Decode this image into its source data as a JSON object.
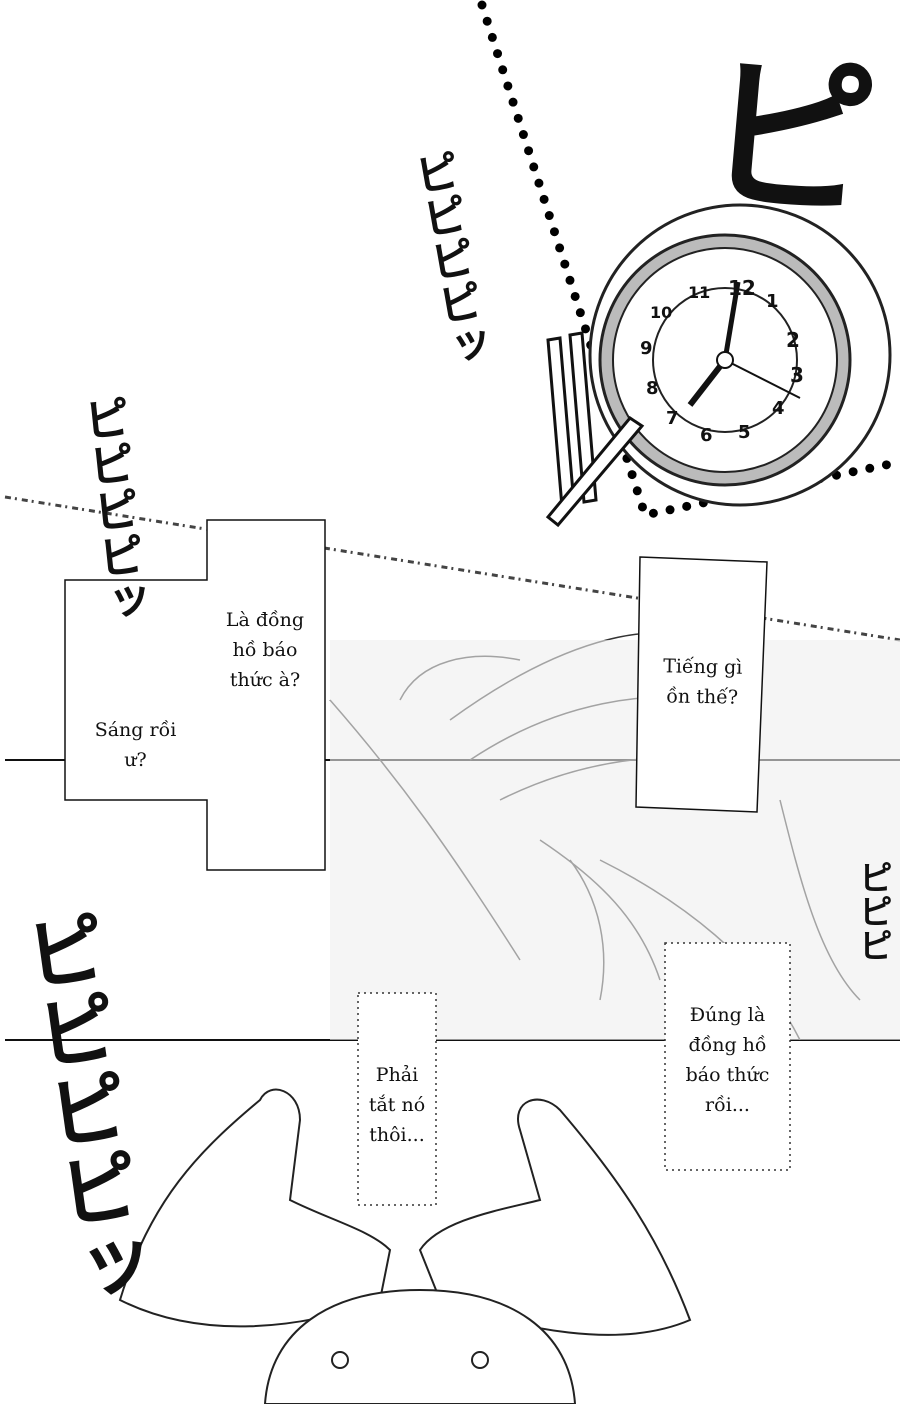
{
  "bubbles": {
    "alarm_question": "Là đồng hồ báo thức à?",
    "morning": "Sáng rồi ư?",
    "noise": "Tiếng gì ồn thế?",
    "turn_off": "Phải tắt nó thôi...",
    "confirm": "Đúng là đồng hồ báo thức rồi..."
  },
  "sfx": {
    "pipi_large": "ピ",
    "pipi_column": "ピピピピッ",
    "pipi_right": "ピピピ",
    "pipi_bottom": "ピピピピッ"
  },
  "clock": {
    "numbers": [
      "12",
      "1",
      "2",
      "3",
      "4",
      "5",
      "6",
      "7",
      "8",
      "9",
      "10",
      "11"
    ]
  }
}
